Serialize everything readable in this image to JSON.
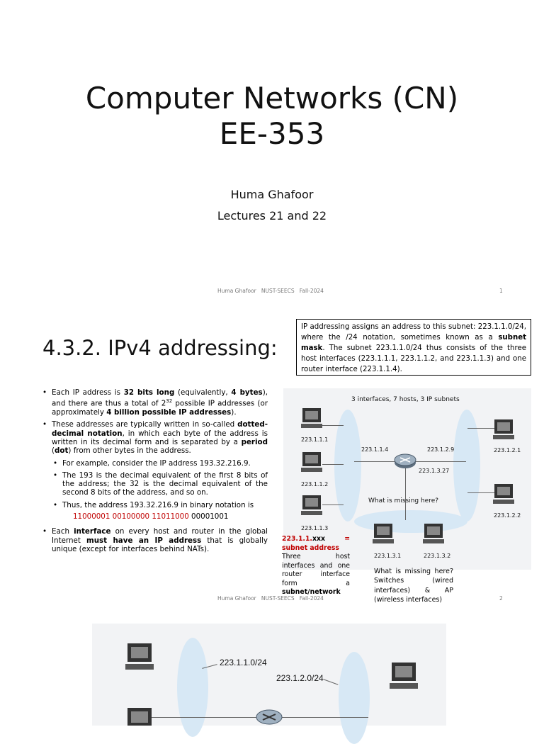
{
  "slide1": {
    "title_line1": "Computer Networks (CN)",
    "title_line2": "EE-353",
    "author": "Huma Ghafoor",
    "lectures": "Lectures 21 and 22",
    "footer_author": "Huma Ghafoor",
    "footer_org": "NUST-SEECS",
    "footer_term": "Fall-2024",
    "page": "1"
  },
  "slide2": {
    "heading": "4.3.2. IPv4 addressing:",
    "callout": {
      "text1": "IP addressing assigns an address to this subnet: 223.1.1.0/24, where the /24 notation, sometimes known as a ",
      "bold": "subnet mask",
      "text2": ". The subnet 223.1.1.0/24 thus consists of the three host interfaces (223.1.1.1, 223.1.1.2, and 223.1.1.3) and one router interface (223.1.1.4)."
    },
    "bullet1": {
      "t1": "Each IP address is ",
      "b1": "32 bits long",
      "t2": " (equivalently, ",
      "b2": "4 bytes",
      "t3": "), and there are thus a total of 2",
      "sup": "32",
      "t4": " possible IP addresses (or approximately ",
      "b3": "4 billion possible IP addresses",
      "t5": ")."
    },
    "bullet2": {
      "t1": "These addresses are typically written in so-called ",
      "b1": "dotted-decimal notation",
      "t2": ", in which each byte of the address is written in its decimal form and is separated by a ",
      "b2": "period",
      "t3": " (",
      "b3": "dot",
      "t4": ") from other bytes in the address."
    },
    "sub1": "For example, consider the IP address 193.32.216.9.",
    "sub2": "The 193 is the decimal equivalent of the first 8 bits of the address; the 32 is the decimal equivalent of the second 8 bits of the address, and so on.",
    "sub3": "Thus, the address 193.32.216.9 in binary notation is",
    "binary_red": "11000001 00100000 11011000",
    "binary_black": " 00001001",
    "bullet3": {
      "t1": "Each ",
      "b1": "interface",
      "t2": " on every host and router in the global Internet ",
      "b2": "must have an IP address",
      "t3": " that is globally unique (except for interfaces behind NATs)."
    },
    "diagram": {
      "caption": "3 interfaces, 7 hosts, 3 IP subnets",
      "hosts": {
        "h1": "223.1.1.1",
        "h2": "223.1.1.2",
        "h3": "223.1.1.3",
        "h4": "223.1.2.1",
        "h5": "223.1.2.2",
        "h6": "223.1.3.1",
        "h7": "223.1.3.2"
      },
      "router_if1": "223.1.1.4",
      "router_if2": "223.1.2.9",
      "router_if3": "223.1.3.27",
      "question": "What is missing here?"
    },
    "left_note": {
      "red": "223.1.1.",
      "xxx": "xxx",
      "red2": " = subnet address",
      "text": "Three host interfaces and one router interface form a ",
      "bold": "subnet/network"
    },
    "right_note": "What is missing here? Switches (wired interfaces) & AP (wireless interfaces)",
    "footer_author": "Huma Ghafoor",
    "footer_org": "NUST-SEECS",
    "footer_term": "Fall-2024",
    "page": "2"
  },
  "slide3": {
    "net1": "223.1.1.0/24",
    "net2": "223.1.2.0/24"
  }
}
